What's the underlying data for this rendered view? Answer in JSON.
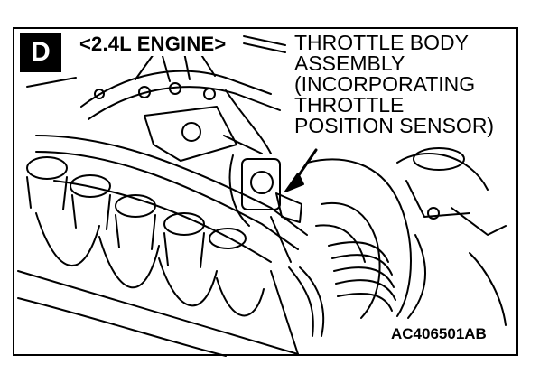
{
  "figure": {
    "view_letter": "D",
    "engine_label": "<2.4L ENGINE>",
    "callout_lines": [
      "THROTTLE BODY",
      "ASSEMBLY",
      "(INCORPORATING",
      "THROTTLE",
      "POSITION SENSOR)"
    ],
    "figure_id": "AC406501AB"
  },
  "colors": {
    "ink": "#000000",
    "paper": "#ffffff"
  }
}
